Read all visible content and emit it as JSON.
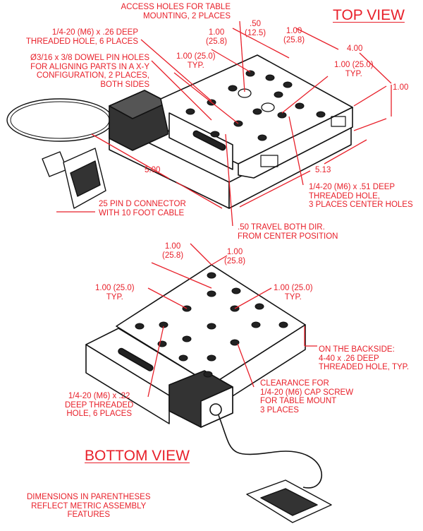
{
  "top_view": {
    "title": "TOP VIEW",
    "callouts": {
      "access_holes": "ACCESS HOLES FOR TABLE\nMOUNTING, 2 PLACES",
      "threaded_hole_26": "1/4-20 (M6) x .26 DEEP\nTHREADED HOLE, 6 PLACES",
      "dowel_pins": "Ø3/16 x 3/8 DOWEL PIN HOLES\nFOR ALIGNING PARTS IN A X-Y\nCONFIGURATION, 2 PLACES,\nBOTH SIDES",
      "threaded_hole_51": "1/4-20 (M6) x .51 DEEP\nTHREADED HOLE,\n3 PLACES CENTER HOLES",
      "connector": "25 PIN D CONNECTOR\nWITH 10 FOOT CABLE",
      "travel": ".50 TRAVEL BOTH DIR.\nFROM CENTER POSITION"
    },
    "dimensions": {
      "pitch_left": "1.00\n(25.8)",
      "offset": ".50\n(12.5)",
      "pitch_right": "1.00\n(25.8)",
      "typ_left": "1.00 (25.0)\nTYP.",
      "typ_right": "1.00 (25.0)\nTYP.",
      "width": "4.00",
      "height": "1.00",
      "length": "5.00",
      "length_total": "5.13"
    }
  },
  "bottom_view": {
    "title": "BOTTOM VIEW",
    "callouts": {
      "backside": "ON THE BACKSIDE:\n4-40 x .26 DEEP\nTHREADED HOLE, TYP.",
      "clearance": "CLEARANCE FOR\n1/4-20 (M6) CAP SCREW\nFOR TABLE MOUNT\n3 PLACES",
      "threaded_hole_22": "1/4-20 (M6) x .22\nDEEP THREADED\nHOLE, 6 PLACES"
    },
    "dimensions": {
      "pitch_left": "1.00\n(25.8)",
      "pitch_right": "1.00\n(25.8)",
      "typ_left": "1.00 (25.0)\nTYP.",
      "typ_right": "1.00 (25.0)\nTYP."
    }
  },
  "note": "DIMENSIONS IN PARENTHESES\nREFLECT METRIC ASSEMBLY\nFEATURES",
  "colors": {
    "annotation": "#e8202a",
    "line": "#111111"
  }
}
